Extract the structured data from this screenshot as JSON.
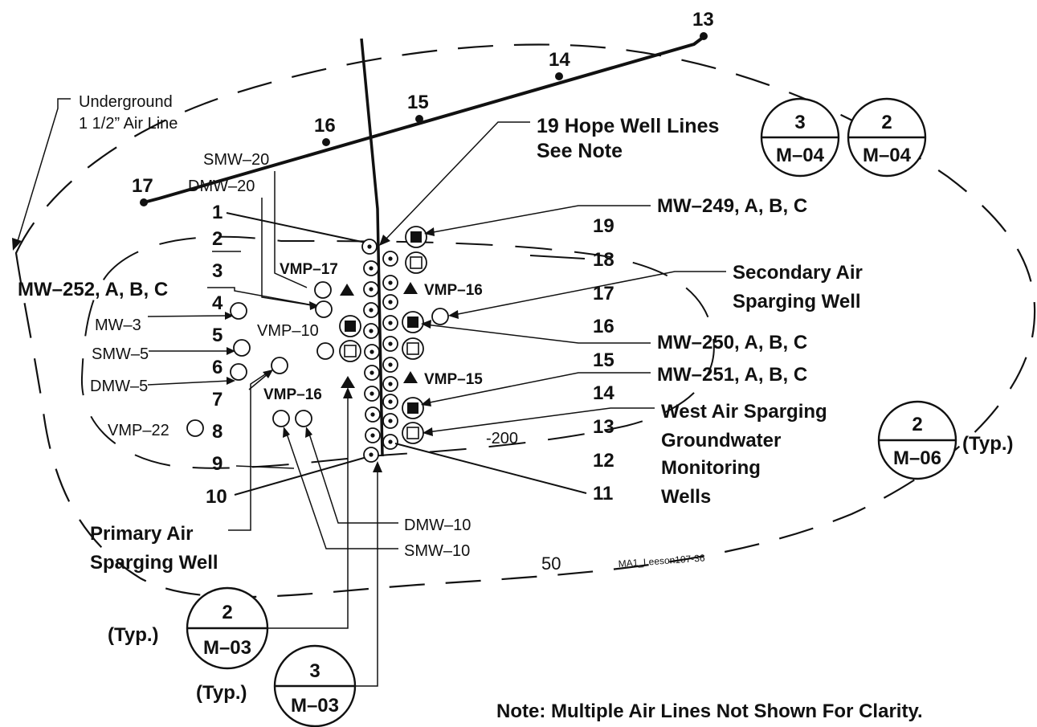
{
  "annotations": {
    "underground_line": [
      "Underground",
      "1 1/2” Air Line"
    ],
    "hope_well_lines": [
      "19 Hope Well Lines",
      "See Note"
    ],
    "mw249": "MW–249, A, B, C",
    "mw252": "MW–252, A, B, C",
    "secondary_well": [
      "Secondary Air",
      "Sparging Well"
    ],
    "mw250": "MW–250, A, B, C",
    "mw251": "MW–251, A, B, C",
    "west_wells": [
      "West Air Sparging",
      "Groundwater",
      "Monitoring",
      "Wells"
    ],
    "primary_well": [
      "Primary Air",
      "Sparging Well"
    ],
    "note": "Note: Multiple Air Lines Not Shown For Clarity.",
    "credit": "MA1_Leeson107-36",
    "contour_200": "-200",
    "contour_50": "50"
  },
  "well_labels": {
    "smw20": "SMW–20",
    "dmw20": "DMW–20",
    "mw3": "MW–3",
    "smw5": "SMW–5",
    "dmw5": "DMW–5",
    "vmp22": "VMP–22",
    "vmp10": "VMP–10",
    "vmp17": "VMP–17",
    "vmp16a": "VMP–16",
    "vmp16b": "VMP–16",
    "vmp15": "VMP–15",
    "dmw10": "DMW–10",
    "smw10": "SMW–10"
  },
  "line_points": [
    "13",
    "14",
    "15",
    "16",
    "17"
  ],
  "left_numbers": [
    "1",
    "2",
    "3",
    "4",
    "5",
    "6",
    "7",
    "8",
    "9",
    "10"
  ],
  "right_numbers": [
    "19",
    "18",
    "17",
    "16",
    "15",
    "14",
    "13",
    "12",
    "11"
  ],
  "detail_refs": [
    {
      "num": "3",
      "sheet": "M–04"
    },
    {
      "num": "2",
      "sheet": "M–04"
    },
    {
      "num": "2",
      "sheet": "M–06"
    },
    {
      "num": "2",
      "sheet": "M–03"
    },
    {
      "num": "3",
      "sheet": "M–03"
    }
  ],
  "typ": "(Typ.)"
}
